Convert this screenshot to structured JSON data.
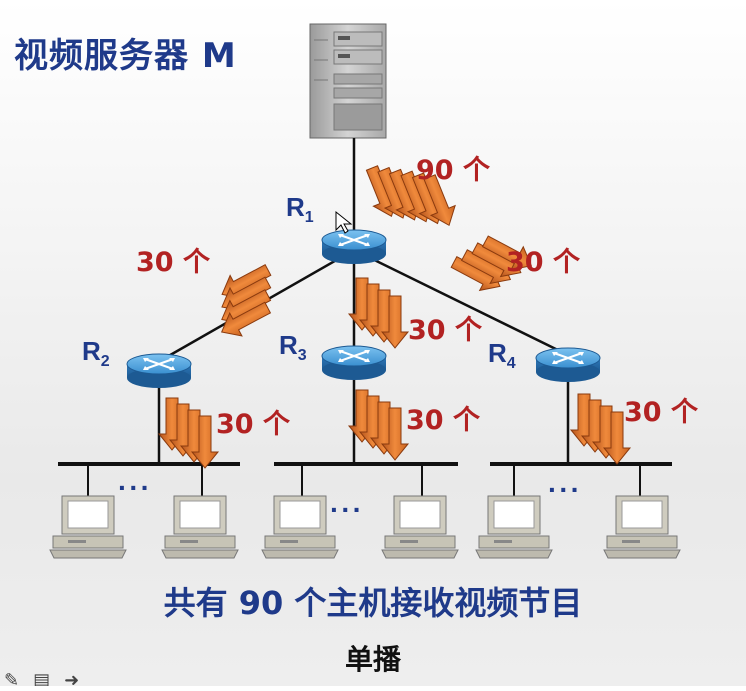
{
  "title": "视频服务器 M",
  "footer": "共有 90 个主机接收视频节目",
  "caption": "单播",
  "routers": [
    {
      "label": "R",
      "sub": "1"
    },
    {
      "label": "R",
      "sub": "2"
    },
    {
      "label": "R",
      "sub": "3"
    },
    {
      "label": "R",
      "sub": "4"
    }
  ],
  "counts": {
    "r1_from_server": "90 个",
    "r1_to_r2": "30 个",
    "r1_to_r3": "30 个",
    "r1_to_r4": "30 个",
    "r2_to_lan": "30 个",
    "r3_to_lan": "30 个",
    "r4_to_lan": "30 个"
  },
  "ellipsis": "···",
  "colors": {
    "title_blue": "#1f3a8a",
    "count_red": "#b22222",
    "arrow_orange": "#e07a30",
    "router_blue": "#3a8fd0"
  }
}
